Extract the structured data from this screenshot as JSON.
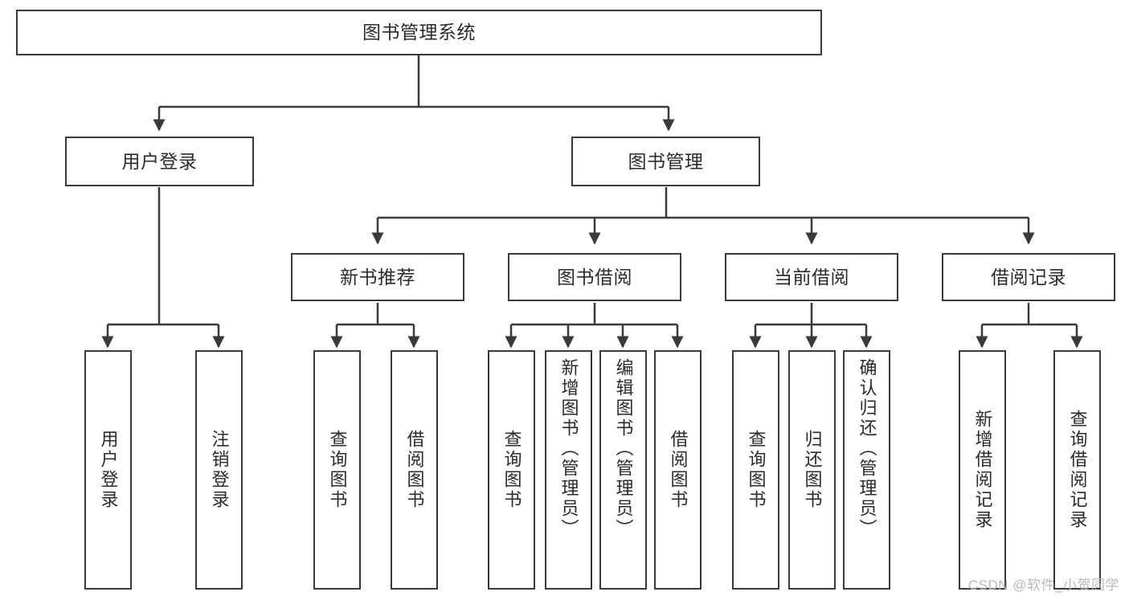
{
  "diagram": {
    "title": "图书管理系统",
    "type": "tree-hierarchy-diagram",
    "watermark": "CSDN @软件_小贺同学",
    "colors": {
      "box_border": "#3a3a3a",
      "box_fill": "#ffffff",
      "edge": "#3a3a3a",
      "text": "#2b2b2b",
      "watermark": "#b9b9b9",
      "background": "#ffffff"
    },
    "root": {
      "label": "图书管理系统"
    },
    "level2": [
      {
        "label": "用户登录"
      },
      {
        "label": "图书管理"
      }
    ],
    "level3": [
      {
        "label": "新书推荐"
      },
      {
        "label": "图书借阅"
      },
      {
        "label": "当前借阅"
      },
      {
        "label": "借阅记录"
      }
    ],
    "leaves": {
      "user_login": [
        {
          "label": "用户登录"
        },
        {
          "label": "注销登录"
        }
      ],
      "new_book_recommend": [
        {
          "label": "查询图书"
        },
        {
          "label": "借阅图书"
        }
      ],
      "book_borrow": [
        {
          "label": "查询图书"
        },
        {
          "label": "新增图书（管理员）"
        },
        {
          "label": "编辑图书（管理员）"
        },
        {
          "label": "借阅图书"
        }
      ],
      "current_borrow": [
        {
          "label": "查询图书"
        },
        {
          "label": "归还图书"
        },
        {
          "label": "确认归还（管理员）"
        }
      ],
      "borrow_record": [
        {
          "label": "新增借阅记录"
        },
        {
          "label": "查询借阅记录"
        }
      ]
    }
  }
}
